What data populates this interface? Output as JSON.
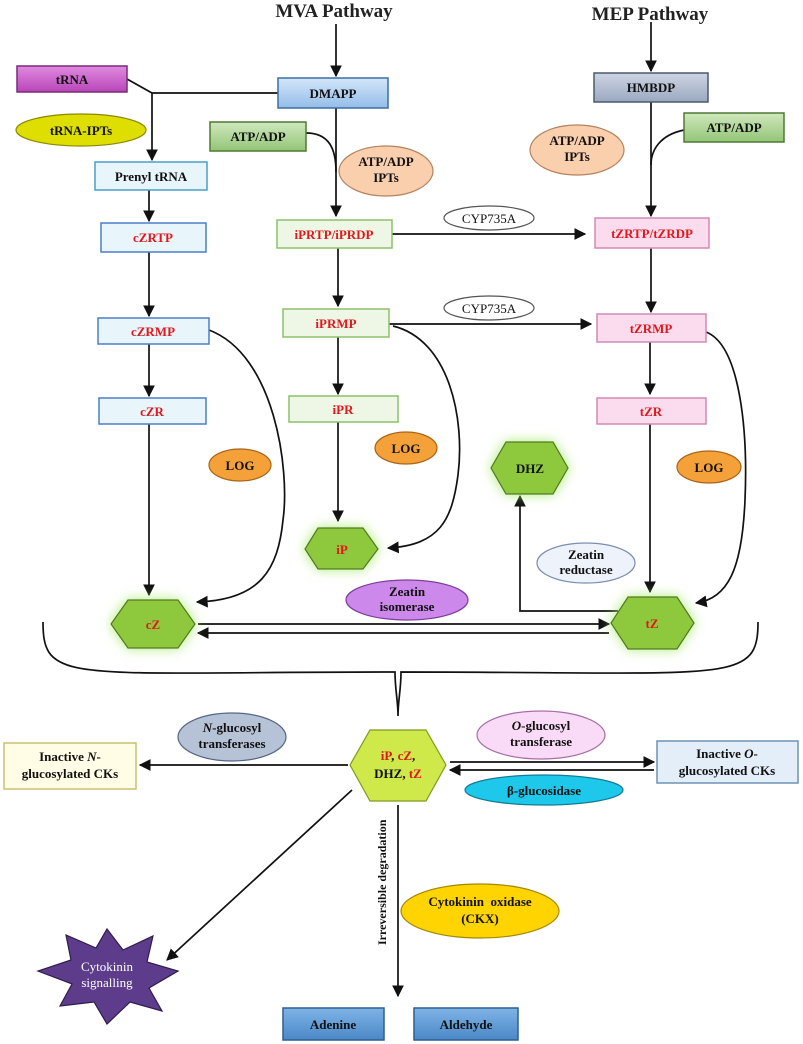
{
  "pathways": {
    "mva": "MVA Pathway",
    "mep": "MEP Pathway"
  },
  "boxes": {
    "trna": "tRNA",
    "dmapp": "DMAPP",
    "hmbdp": "HMBDP",
    "atp_adp_left": "ATP/ADP",
    "atp_adp_right": "ATP/ADP",
    "prenyl_trna": "Prenyl tRNA",
    "czrtp": "cZRTP",
    "czrmp": "cZRMP",
    "czr": "cZR",
    "iprtp_iprdp": "iPRTP/iPRDP",
    "iprmp": "iPRMP",
    "ipr": "iPR",
    "tzrtp_tzrdp": "tZRTP/tZRDP",
    "tzrmp": "tZRMP",
    "tzr": "tZR",
    "inactive_n": {
      "line1_a": "Inactive ",
      "line1_b": "N",
      "line1_c": "-",
      "line2": "glucosylated CKs"
    },
    "inactive_o": {
      "line1_a": "Inactive ",
      "line1_b": "O",
      "line1_c": "-",
      "line2": "glucosylated CKs"
    },
    "adenine": "Adenine",
    "aldehyde": "Aldehyde"
  },
  "ellipses": {
    "trna_ipts": "tRNA-IPTs",
    "atp_ipts_left": {
      "line1": "ATP/ADP",
      "line2": "IPTs"
    },
    "atp_ipts_right": {
      "line1": "ATP/ADP",
      "line2": "IPTs"
    },
    "cyp735a_1": "CYP735A",
    "cyp735a_2": "CYP735A",
    "log_left": "LOG",
    "log_mid": "LOG",
    "log_right": "LOG",
    "zeatin_reductase": {
      "line1": "Zeatin",
      "line2": "reductase"
    },
    "zeatin_isomerase": {
      "line1": "Zeatin",
      "line2": "isomerase"
    },
    "n_glucosyl": {
      "line1_a": "N",
      "line1_b": "-glucosyl",
      "line2": "transferases"
    },
    "o_glucosyl": {
      "line1_a": "O",
      "line1_b": "-glucosyl",
      "line2": "transferase"
    },
    "beta_glucosidase": "β-glucosidase",
    "ckx": {
      "line1": "Cytokinin  oxidase",
      "line2": "(CKX)"
    }
  },
  "hexagons": {
    "ip": "iP",
    "dhz": "DHZ",
    "cz": "cZ",
    "tz": "tZ",
    "center": {
      "ip": "iP",
      "sep1": ", ",
      "cz": "cZ",
      "sep2": ",",
      "dhz": "DHZ, ",
      "tz": "tZ"
    }
  },
  "star": {
    "line1": "Cytokinin",
    "line2": "signalling"
  },
  "degradation_label": "Irreversible degradation",
  "colors": {
    "red_text": "#e0181b",
    "blue_box": "#a9cdf0",
    "slate_box": "#aab7cc",
    "green_box": "#a8d08d",
    "purple_box": "#c857c8",
    "light_cyan_box": "#e8f5fb",
    "light_green_box": "#eef7e6",
    "pink_box": "#fbdcef",
    "yellow_ellipse": "#dede00",
    "peach_ellipse": "#f9cfae",
    "orange_ellipse": "#f5a13a",
    "lavender_ellipse": "#cc88ea",
    "green_hexagon": "#8dc83d",
    "lime_hexagon": "#cfe94a",
    "cyan_ellipse": "#1ec8ea",
    "gold_ellipse": "#ffd400",
    "star_purple": "#5d3c8c",
    "steel_blue_box": "#5b9bd5"
  }
}
